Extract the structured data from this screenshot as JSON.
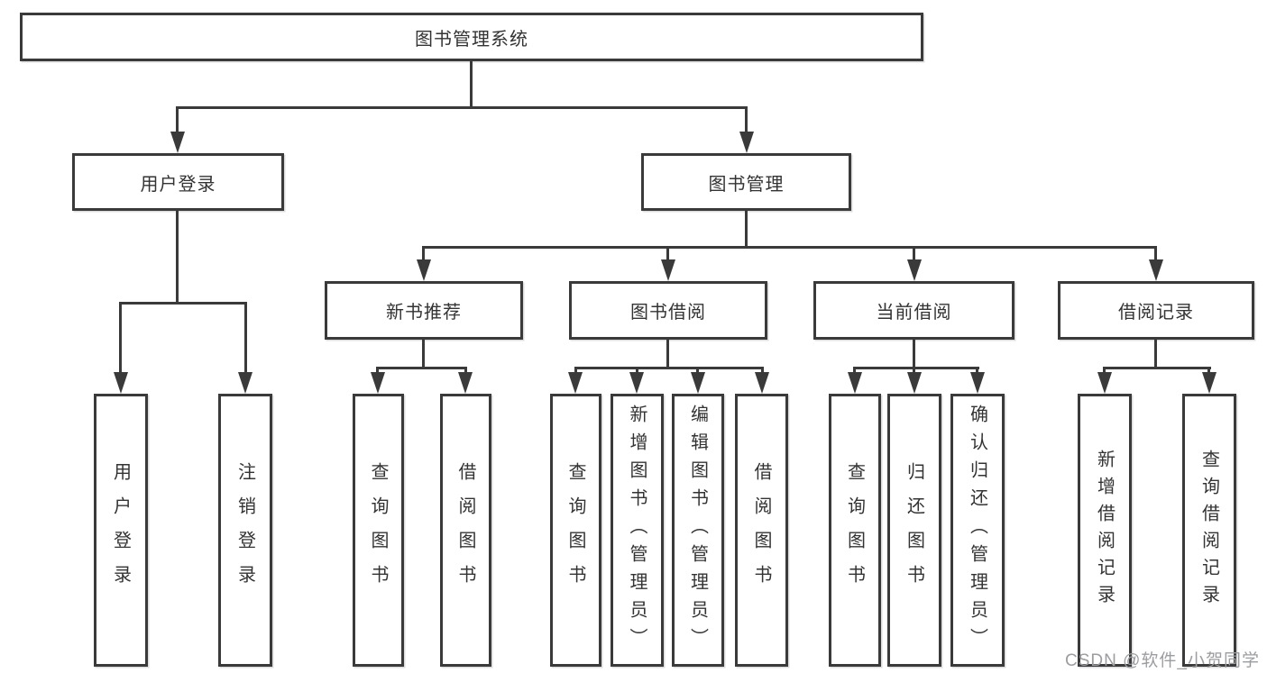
{
  "diagram": {
    "root": {
      "label": "图书管理系统"
    },
    "branches": [
      {
        "label": "用户登录",
        "children": [
          {
            "label": "用户登录"
          },
          {
            "label": "注销登录"
          }
        ]
      },
      {
        "label": "图书管理",
        "children": [
          {
            "label": "新书推荐",
            "children": [
              {
                "label": "查询图书"
              },
              {
                "label": "借阅图书"
              }
            ]
          },
          {
            "label": "图书借阅",
            "children": [
              {
                "label": "查询图书"
              },
              {
                "label": "新增图书（管理员）"
              },
              {
                "label": "编辑图书（管理员）"
              },
              {
                "label": "借阅图书"
              }
            ]
          },
          {
            "label": "当前借阅",
            "children": [
              {
                "label": "查询图书"
              },
              {
                "label": "归还图书"
              },
              {
                "label": "确认归还（管理员）"
              }
            ]
          },
          {
            "label": "借阅记录",
            "children": [
              {
                "label": "新增借阅记录"
              },
              {
                "label": "查询借阅记录"
              }
            ]
          }
        ]
      }
    ]
  },
  "watermark": {
    "text": "CSDN @软件_小贺同学"
  },
  "colors": {
    "line": "#3a3a3a",
    "text": "#333333",
    "background": "#ffffff",
    "watermark": "#9b9da0"
  }
}
